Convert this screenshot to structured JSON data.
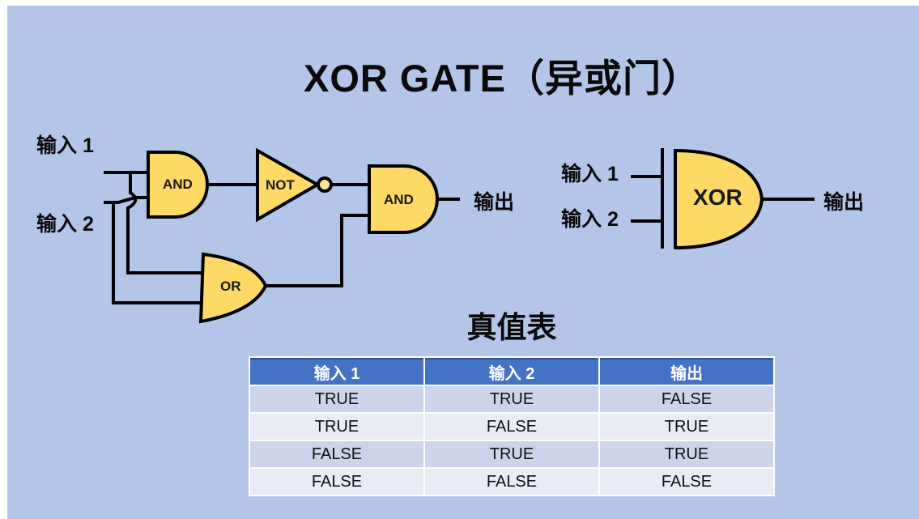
{
  "title": "XOR GATE（异或门）",
  "colors": {
    "background": "#b4c6e7",
    "gate_fill": "#ffd966",
    "bubble_fill": "#ffe699",
    "gate_stroke": "#000000",
    "table_header_bg": "#4472c4",
    "table_header_text": "#ffffff",
    "row_odd": "#cdd4ea",
    "row_even": "#e9ebf5"
  },
  "circuit": {
    "input1_label": "输入 1",
    "input2_label": "输入 2",
    "output_label": "输出",
    "and1_label": "AND",
    "not_label": "NOT",
    "and2_label": "AND",
    "or_label": "OR"
  },
  "xor_symbol": {
    "input1_label": "输入 1",
    "input2_label": "输入 2",
    "gate_label": "XOR",
    "output_label": "输出"
  },
  "truth_table": {
    "title": "真值表",
    "headers": [
      "输入 1",
      "输入 2",
      "输出"
    ],
    "rows": [
      [
        "TRUE",
        "TRUE",
        "FALSE"
      ],
      [
        "TRUE",
        "FALSE",
        "TRUE"
      ],
      [
        "FALSE",
        "TRUE",
        "TRUE"
      ],
      [
        "FALSE",
        "FALSE",
        "FALSE"
      ]
    ]
  }
}
